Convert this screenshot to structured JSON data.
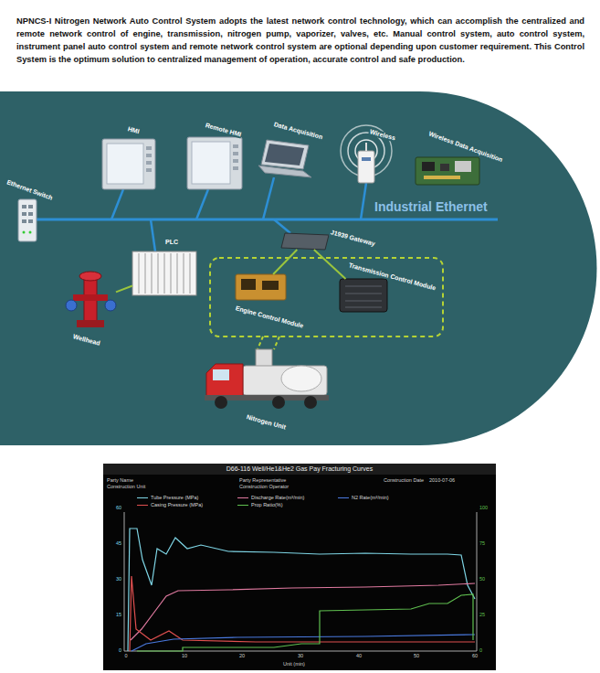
{
  "diagram": {
    "nodes": [
      {
        "text": [
          "Ethernet Switch"
        ]
      },
      {
        "text": [
          "HMI"
        ]
      },
      {
        "text": [
          "Remote HMI"
        ]
      },
      {
        "text": [
          "Data Acquisition"
        ]
      },
      {
        "text": [
          "Wireless"
        ]
      },
      {
        "text": [
          "Wireless Data Acquisition"
        ]
      },
      {
        "text": [
          "PLC"
        ]
      },
      {
        "text": [
          "J1939 Gateway"
        ]
      },
      {
        "text": [
          "Engine Control Module"
        ]
      },
      {
        "text": [
          "Transmission Control Module"
        ]
      },
      {
        "text": [
          "Wellhead"
        ]
      },
      {
        "text": [
          "Nitrogen Unit"
        ]
      },
      {
        "text": [
          "D66-116 Well/He1&He2 Gas Pay Fracturing Curves"
        ]
      }
    ],
    "edges": [
      {
        "from": 6,
        "to": 10,
        "arrow": "none"
      },
      {
        "from": 7,
        "to": 8,
        "arrow": "none"
      },
      {
        "from": 7,
        "to": 9,
        "arrow": "none"
      }
    ],
    "labels": [
      "NPNCS-I Nitrogen Network Auto Control System adopts the latest network control technology, which can accomplish the centralized and remote network control of engine, transmission, nitrogen pump, vaporizer, valves, etc. Manual control system, auto control system, instrument panel auto control system and remote network control system are optional depending upon customer requirement. This Control System is the optimum solution to centralized management of operation, accurate control and safe production.",
      "Industrial Ethernet",
      "Party Name",
      "Construction Unit",
      "Party Representative",
      "Construction Operator",
      "Construction Date",
      "2010-07-06",
      "Unit (min)",
      "0",
      "10",
      "20",
      "30",
      "40",
      "50",
      "60",
      "60",
      "45",
      "30",
      "15",
      "0",
      "100",
      "75",
      "50",
      "25",
      "0"
    ],
    "legend": [
      {
        "text": "Tube Pressure (MPa)"
      },
      {
        "text": "Casing Pressure (MPa)"
      },
      {
        "text": "Discharge Rate(m³/min)"
      },
      {
        "text": "Prop Ratio(%)"
      },
      {
        "text": "N2 Rate(m³/min)"
      }
    ]
  }
}
